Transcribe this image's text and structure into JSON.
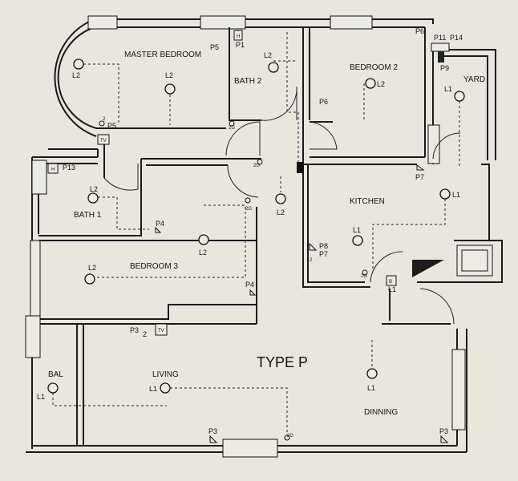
{
  "plan": {
    "title": "TYPE P",
    "rooms": {
      "master_bedroom": "MASTER BEDROOM",
      "bath_2": "BATH 2",
      "bedroom_2": "BEDROOM 2",
      "yard": "YARD",
      "bath_1": "BATH 1",
      "kitchen": "KITCHEN",
      "bedroom_3": "BEDROOM 3",
      "bal": "BAL",
      "living": "LIVING",
      "dinning": "DINNING"
    },
    "lamps": {
      "master_1": "L2",
      "master_2": "L2",
      "bath2": "L2",
      "bedroom2": "L2",
      "yard": "L1",
      "bath1": "L2",
      "hall": "L2",
      "kitchen_1": "L1",
      "kitchen_2": "L1",
      "bedroom3_1": "L2",
      "bedroom3_2": "L2",
      "bal": "L1",
      "living": "L1",
      "dinning": "L1",
      "entry": "L1"
    },
    "points": {
      "p1": "P1",
      "p5": "P5",
      "p6a": "P6",
      "p6b": "P6",
      "p11": "P11",
      "p14": "P14",
      "p9": "P9",
      "p5b": "P5",
      "two": "2",
      "p13": "P13",
      "p7a": "P7",
      "p4a": "P4",
      "p8": "P8",
      "p7b": "P7",
      "p2b": "2",
      "p4b": "P4",
      "p3a": "P3",
      "p3a2": "2",
      "p3b": "P3",
      "p3c": "P3"
    },
    "switches": {
      "s1": "2G",
      "s2": "2G",
      "s3": "2G",
      "s4": "2G",
      "s5": "2G"
    },
    "boxes": {
      "tv1": "TV",
      "tv2": "TV",
      "h1": "H",
      "h2": "H",
      "b1": "B"
    }
  }
}
